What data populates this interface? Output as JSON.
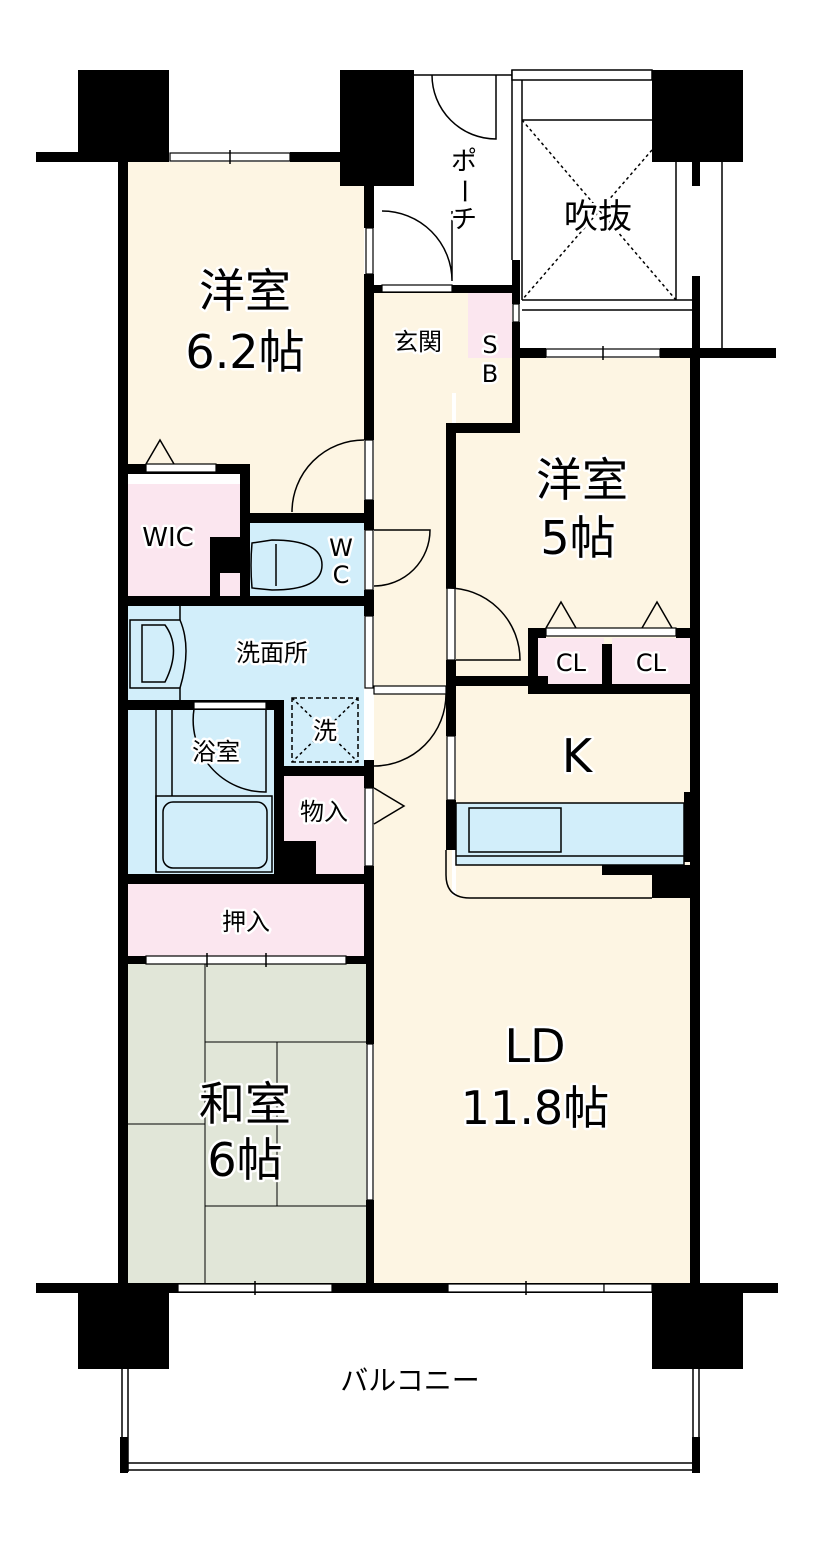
{
  "floorplan": {
    "colors": {
      "western_room": "#fdf5e3",
      "storage": "#fbe6ef",
      "water_area": "#d2eefa",
      "tatami": "#e1e6d8",
      "wall": "#000000",
      "exterior": "#ffffff"
    },
    "rooms": [
      {
        "id": "western-room-1",
        "name": "洋室",
        "size": "6.2帖"
      },
      {
        "id": "western-room-2",
        "name": "洋室",
        "size": "5帖"
      },
      {
        "id": "living-dining",
        "name": "LD",
        "size": "11.8帖"
      },
      {
        "id": "japanese-room",
        "name": "和室",
        "size": "6帖"
      },
      {
        "id": "kitchen",
        "name": "K"
      }
    ],
    "labels": {
      "porch": "ポーチ",
      "porch_chars": [
        "ポ",
        "ー",
        "チ"
      ],
      "void": "吹抜",
      "entrance": "玄関",
      "shoe_box_1": "S",
      "shoe_box_2": "B",
      "wic": "WIC",
      "wc_1": "W",
      "wc_2": "C",
      "washroom": "洗面所",
      "washer": "洗",
      "bathroom": "浴室",
      "storage": "物入",
      "closet_left": "CL",
      "closet_right": "CL",
      "oshiire": "押入",
      "balcony": "バルコニー"
    }
  }
}
